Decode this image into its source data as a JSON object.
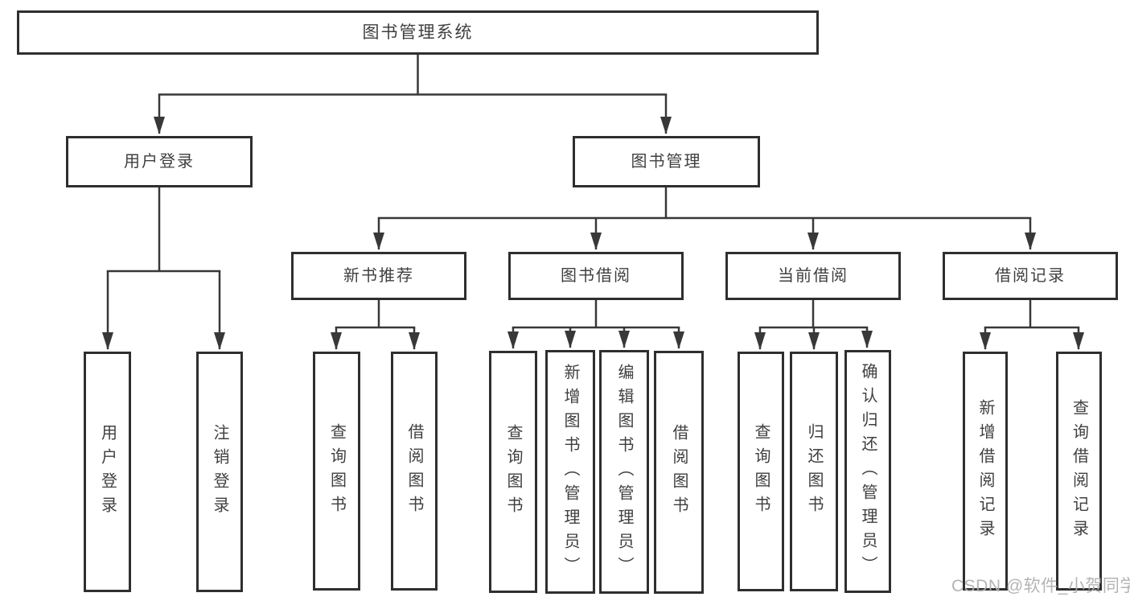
{
  "diagram": {
    "title": "图书管理系统",
    "type": "hierarchy-tree",
    "colors": {
      "background": "#ffffff",
      "line": "#383838",
      "box_border": "#2f2f2f",
      "text": "#3f3f3f",
      "watermark_text": "#b0b0b0"
    },
    "nodes": {
      "root": {
        "label": "图书管理系统"
      },
      "user_login": {
        "label": "用户登录"
      },
      "book_mgmt": {
        "label": "图书管理"
      },
      "new_book_rec": {
        "label": "新书推荐"
      },
      "book_borrow": {
        "label": "图书借阅"
      },
      "current_borrow": {
        "label": "当前借阅"
      },
      "borrow_records": {
        "label": "借阅记录"
      },
      "login_user": {
        "label": "用户登录"
      },
      "login_logout": {
        "label": "注销登录"
      },
      "rec_query": {
        "label": "查询图书"
      },
      "rec_borrow": {
        "label": "借阅图书"
      },
      "bb_query": {
        "label": "查询图书"
      },
      "bb_add": {
        "label": "新增图书（管理员）"
      },
      "bb_edit": {
        "label": "编辑图书（管理员）"
      },
      "bb_borrow": {
        "label": "借阅图书"
      },
      "cb_query": {
        "label": "查询图书"
      },
      "cb_return": {
        "label": "归还图书"
      },
      "cb_confirm": {
        "label": "确认归还（管理员）"
      },
      "br_add": {
        "label": "新增借阅记录"
      },
      "br_query": {
        "label": "查询借阅记录"
      }
    },
    "edges": [
      {
        "from": "图书管理系统",
        "to": [
          "用户登录",
          "图书管理"
        ]
      },
      {
        "from": "用户登录",
        "to": [
          "用户登录",
          "注销登录"
        ]
      },
      {
        "from": "图书管理",
        "to": [
          "新书推荐",
          "图书借阅",
          "当前借阅",
          "借阅记录"
        ]
      },
      {
        "from": "新书推荐",
        "to": [
          "查询图书",
          "借阅图书"
        ]
      },
      {
        "from": "图书借阅",
        "to": [
          "查询图书",
          "新增图书（管理员）",
          "编辑图书（管理员）",
          "借阅图书"
        ]
      },
      {
        "from": "当前借阅",
        "to": [
          "查询图书",
          "归还图书",
          "确认归还（管理员）"
        ]
      },
      {
        "from": "借阅记录",
        "to": [
          "新增借阅记录",
          "查询借阅记录"
        ]
      }
    ],
    "watermark": "CSDN @软件_小贺同学"
  }
}
